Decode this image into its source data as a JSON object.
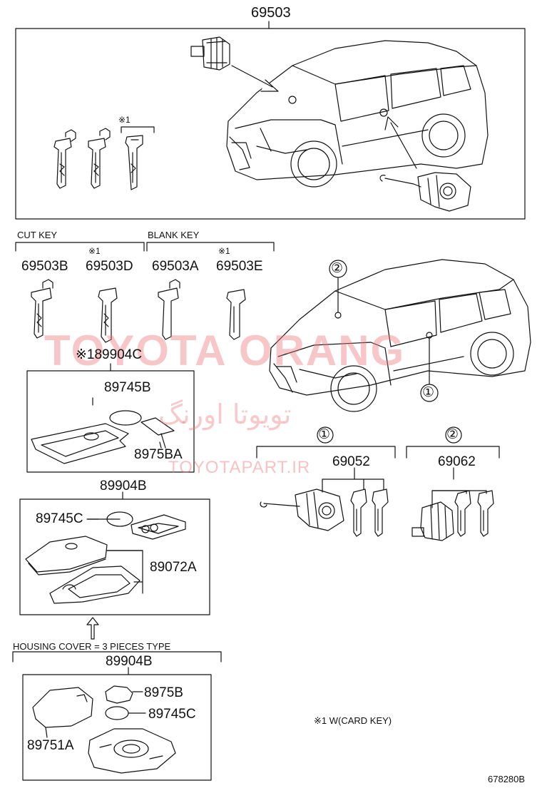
{
  "diagram": {
    "main_assembly": "69503",
    "cut_key_caption": "CUT KEY",
    "blank_key_caption": "BLANK KEY",
    "note_mark": "※1",
    "keys": {
      "k1": "69503B",
      "k2": "69503D",
      "k3": "69503A",
      "k4": "69503E"
    },
    "card_assembly": "※189904C",
    "card_parts": {
      "battery": "89745B",
      "plate": "8975BA"
    },
    "fob_assembly": "89904B",
    "fob_parts": {
      "battery": "89745C",
      "housing": "89072A"
    },
    "callouts": {
      "c1": "①",
      "c2": "②"
    },
    "door_lock_set": "69052",
    "lock_cylinder_set": "69062",
    "housing_caption": "HOUSING COVER = 3 PIECES TYPE",
    "fob3_assembly": "89904B",
    "fob3_parts": {
      "plate": "8975B",
      "battery": "89745C",
      "cover": "89751A"
    },
    "footnote": "※1 W(CARD KEY)",
    "illustration_code": "678280B",
    "watermark": {
      "primary": "TOYOTA ORANG",
      "arabic": "تویوتا اورنگ",
      "site": "TOYOTAPART.IR"
    }
  }
}
